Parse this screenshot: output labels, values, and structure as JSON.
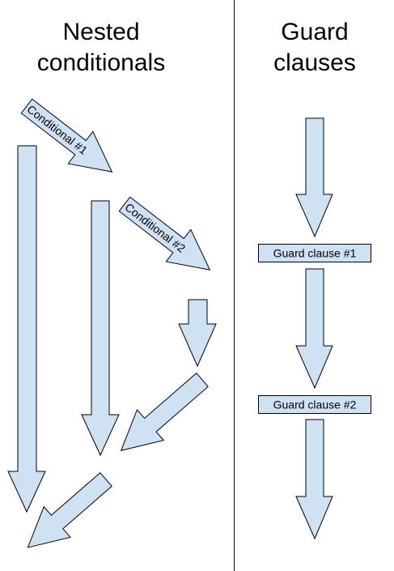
{
  "left_panel": {
    "title_line1": "Nested",
    "title_line2": "conditionals",
    "arrow_labels": [
      "Conditional #1",
      "Conditional #2"
    ]
  },
  "right_panel": {
    "title_line1": "Guard",
    "title_line2": "clauses",
    "box_labels": [
      "Guard clause #1",
      "Guard clause #2"
    ]
  },
  "colors": {
    "arrow_fill": "#cfe2f3",
    "box_fill": "#cfe2f3",
    "stroke": "#000000",
    "divider": "#000000",
    "background": "#ffffff"
  }
}
